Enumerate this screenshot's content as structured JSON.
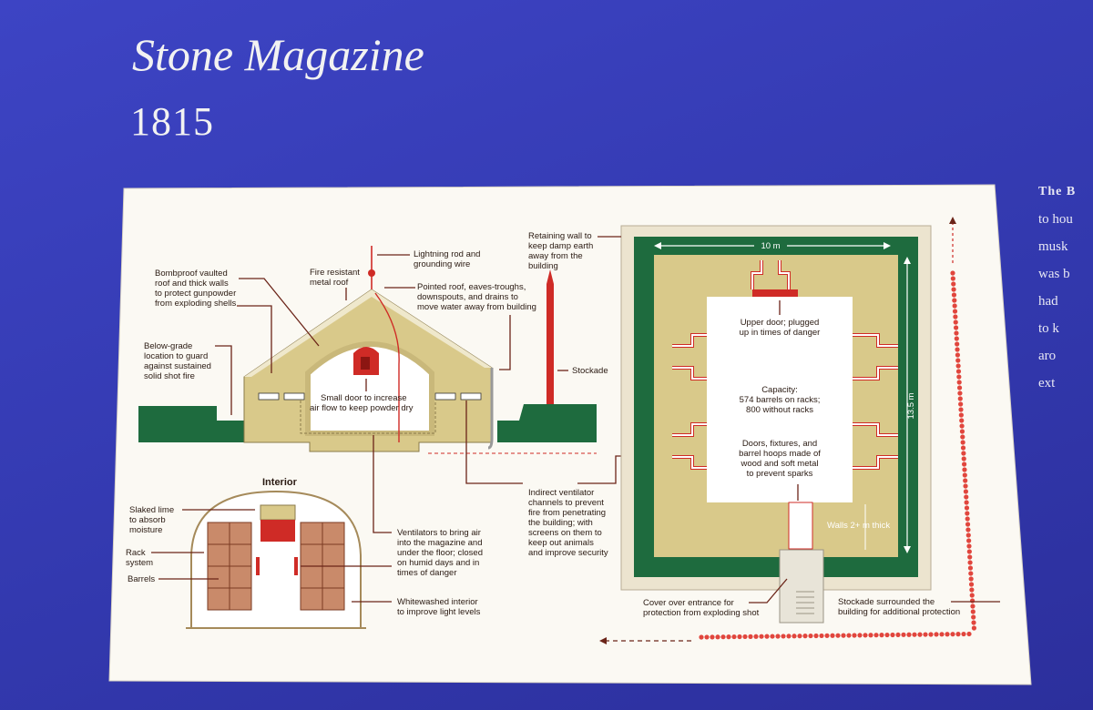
{
  "title": "Stone Magazine",
  "year": "1815",
  "side_text": {
    "lines": [
      "The B",
      "to hou",
      "musk",
      "was b",
      "had",
      "to k",
      "aro",
      "ext"
    ]
  },
  "cross_section": {
    "lightning_rod": [
      "Lightning rod and",
      "grounding wire"
    ],
    "fire_roof": [
      "Fire resistant",
      "metal roof"
    ],
    "bombproof": [
      "Bombproof vaulted",
      "roof and thick walls",
      "to protect gunpowder",
      "from exploding shells"
    ],
    "pointed_roof": [
      "Pointed roof, eaves-troughs,",
      "downspouts, and drains to",
      "move water away from building"
    ],
    "below_grade": [
      "Below-grade",
      "location to guard",
      "against sustained",
      "solid shot fire"
    ],
    "stockade": "Stockade",
    "small_door": [
      "Small door to increase",
      "air flow to keep powder dry"
    ]
  },
  "interior": {
    "heading": "Interior",
    "slaked_lime": [
      "Slaked lime",
      "to absorb",
      "moisture"
    ],
    "rack": [
      "Rack",
      "system"
    ],
    "barrels": "Barrels",
    "ventilators": [
      "Ventilators to bring air",
      "into the magazine and",
      "under the floor; closed",
      "on humid days and in",
      "times of danger"
    ],
    "whitewashed": [
      "Whitewashed interior",
      "to improve light levels"
    ]
  },
  "plan": {
    "retaining_wall": [
      "Retaining wall to",
      "keep damp earth",
      "away from the",
      "building"
    ],
    "width": "10 m",
    "length": "13.5 m",
    "upper_door": [
      "Upper door; plugged",
      "up in times of danger"
    ],
    "capacity": [
      "Capacity:",
      "574 barrels on racks;",
      "800 without racks"
    ],
    "doors_fixtures": [
      "Doors, fixtures, and",
      "barrel hoops made of",
      "wood and soft metal",
      "to prevent sparks"
    ],
    "walls": "Walls 2+ m thick",
    "indirect_vent": [
      "Indirect ventilator",
      "channels to prevent",
      "fire from penetrating",
      "the building; with",
      "screens on them to",
      "keep out animals",
      "and improve security"
    ],
    "cover_entrance": [
      "Cover over entrance for",
      "protection from exploding shot"
    ],
    "stockade_surround": [
      "Stockade surrounded the",
      "building for additional protection"
    ]
  },
  "colors": {
    "background": "#3a3fb8",
    "panel": "#fbf9f3",
    "sand": "#d9c98a",
    "wall_light": "#ece2b4",
    "green": "#1e6b3e",
    "accent_red": "#cf2b26",
    "leader": "#6b2418"
  }
}
